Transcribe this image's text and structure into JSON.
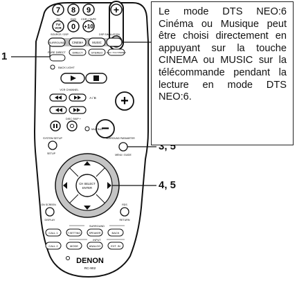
{
  "callout": {
    "text": "Le mode DTS NEO:6 Cinéma ou Musique peut être choisi directement en appuyant sur la touche CINEMA ou MUSIC sur la télécommande pendant la lecture en mode DTS NEO:6."
  },
  "refs": {
    "left": "1",
    "right_top": "3, 5",
    "right_bottom": "4, 5"
  },
  "remote": {
    "numkeys": [
      "7",
      "8",
      "9",
      "0",
      "+10"
    ],
    "numkey_tv_vcr": "TV/ VCR",
    "small_labels": {
      "tv": "TV",
      "dvd": "DVD",
      "cdr_tape": "CDR / TAPE",
      "surround_row": "SOURCE / DSP",
      "dsp_simulation": "DSP SIMULATION",
      "pure_direct": "PURE DIRECT",
      "direct": "DIRECT",
      "stereo": "STEREO",
      "5ch_7ch": "5CH / 7CH STEREO",
      "back_light": "BACK LIGHT",
      "vcr_channel": "VCR CHANNEL",
      "ab": "A / B",
      "disc_skip": "DISC SKIP +",
      "muting": "MUTING",
      "system_setup": "SYSTEM SETUP",
      "setup": "SETUP",
      "surround_parameter": "SURROUND PARAMETER",
      "menu_guide": "MENU / GUIDE",
      "ch_select_enter": "CH SELECT ENTER",
      "on_screen": "ON SCREEN",
      "display": "DISPLAY",
      "rds": "RDS",
      "return": "RETURN",
      "surround_group": "SURROUND",
      "input_group": "INPUT"
    },
    "surround_keys": [
      "SURROUND",
      "CINEMA",
      "MUSIC"
    ],
    "mode_keys": [
      "PURE DIRECT",
      "DIRECT",
      "STEREO"
    ],
    "bottom_row1": [
      "CALL 1",
      "T.SETTING",
      "SPEAKER",
      "BACK"
    ],
    "bottom_row2": [
      "CALL 2",
      "MODE",
      "ANALOG",
      "EXT. IN"
    ],
    "brand": "DENON",
    "model": "RC-902"
  }
}
